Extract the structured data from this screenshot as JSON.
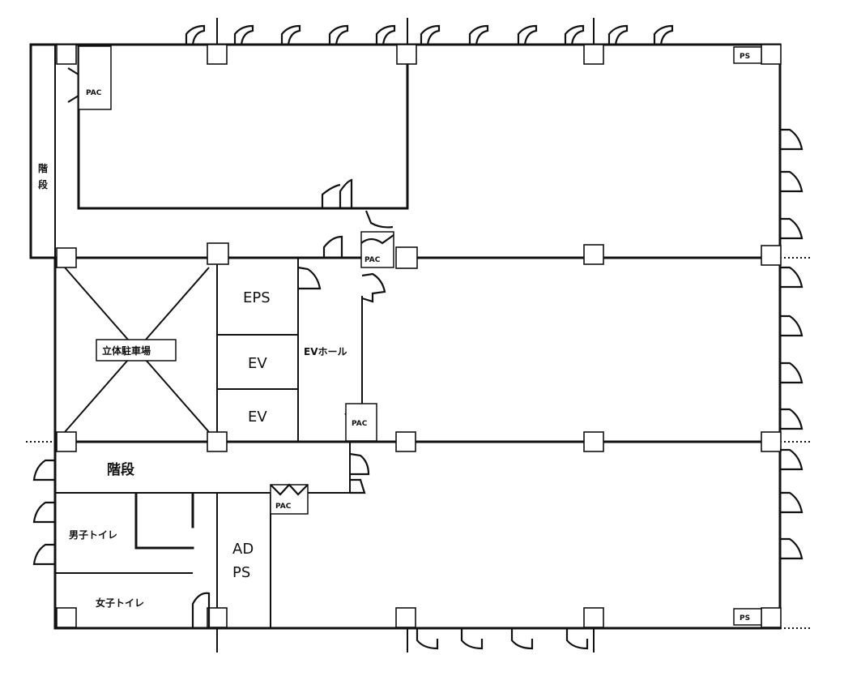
{
  "rooms": {
    "stairs_upper": "階\n段",
    "eps": "EPS",
    "ev1": "EV",
    "ev2": "EV",
    "ev_hall": "EVホール",
    "parking": "立体駐車場",
    "stairs_lower": "階段",
    "mens_toilet": "男子トイレ",
    "womens_toilet": "女子トイレ",
    "adps_1": "AD",
    "adps_2": "PS"
  },
  "equipment": {
    "pac_top": "PAC",
    "pac_core_top": "PAC",
    "pac_core_bottom": "PAC",
    "pac_adps": "PAC",
    "ps_top": "PS",
    "ps_bottom": "PS"
  }
}
